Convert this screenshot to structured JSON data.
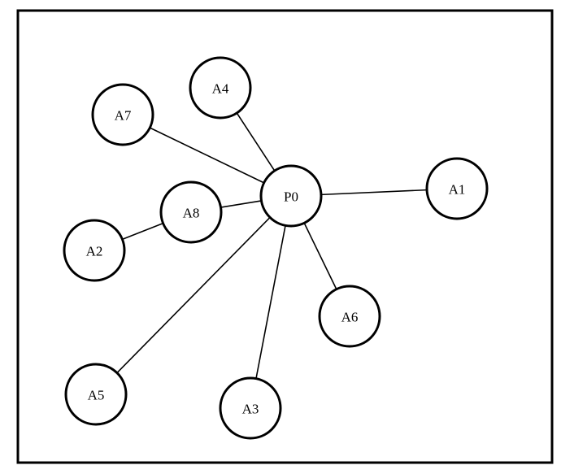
{
  "diagram": {
    "center": {
      "id": "P0",
      "label": "P0"
    },
    "nodes": [
      {
        "id": "A1",
        "label": "A1"
      },
      {
        "id": "A2",
        "label": "A2"
      },
      {
        "id": "A3",
        "label": "A3"
      },
      {
        "id": "A4",
        "label": "A4"
      },
      {
        "id": "A5",
        "label": "A5"
      },
      {
        "id": "A6",
        "label": "A6"
      },
      {
        "id": "A7",
        "label": "A7"
      },
      {
        "id": "A8",
        "label": "A8"
      }
    ],
    "edges": [
      {
        "from": "P0",
        "to": "A1"
      },
      {
        "from": "P0",
        "to": "A3"
      },
      {
        "from": "P0",
        "to": "A4"
      },
      {
        "from": "P0",
        "to": "A5"
      },
      {
        "from": "P0",
        "to": "A6"
      },
      {
        "from": "P0",
        "to": "A7"
      },
      {
        "from": "P0",
        "to": "A8"
      },
      {
        "from": "A8",
        "to": "A2"
      }
    ],
    "colors": {
      "stroke": "#000000",
      "fill": "#ffffff"
    }
  }
}
